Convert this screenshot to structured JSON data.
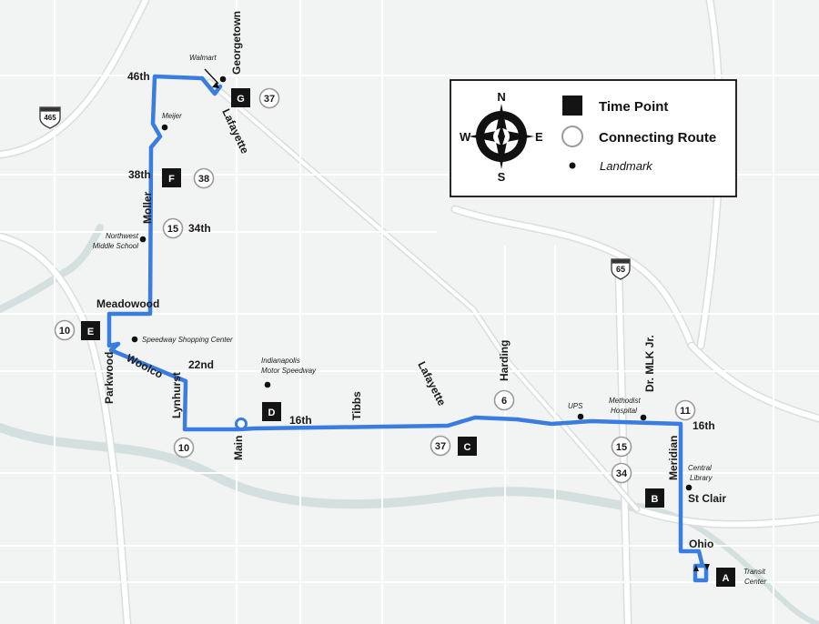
{
  "colors": {
    "route": "#3a7de0",
    "background": "#f2f3f3",
    "time_point": "#141414",
    "connecting_ring": "#9a9a9a"
  },
  "legend": {
    "compass": {
      "n": "N",
      "s": "S",
      "e": "E",
      "w": "W"
    },
    "time_point": "Time Point",
    "connecting_route": "Connecting Route",
    "landmark": "Landmark"
  },
  "interstates": {
    "i465": "465",
    "i65": "65"
  },
  "streets": {
    "s46th": "46th",
    "georgetown": "Georgetown",
    "lafayette_n": "Lafayette",
    "s38th": "38th",
    "moller": "Moller",
    "s34th": "34th",
    "meadowood": "Meadowood",
    "parkwood": "Parkwood",
    "woolco": "Woolco",
    "s22nd": "22nd",
    "lynhurst": "Lynhurst",
    "main": "Main",
    "s16th_w": "16th",
    "tibbs": "Tibbs",
    "lafayette_s": "Lafayette",
    "harding": "Harding",
    "mlk": "Dr. MLK Jr.",
    "s16th_e": "16th",
    "meridian": "Meridian",
    "stclair": "St Clair",
    "ohio": "Ohio"
  },
  "landmarks": {
    "walmart": "Walmart",
    "meijer": "Meijer",
    "nw_ms_1": "Northwest",
    "nw_ms_2": "Middle School",
    "speedway_sc": "Speedway Shopping Center",
    "ims_1": "Indianapolis",
    "ims_2": "Motor Speedway",
    "ups": "UPS",
    "methodist_1": "Methodist",
    "methodist_2": "Hospital",
    "library_1": "Central",
    "library_2": "Library",
    "transit_1": "Transit",
    "transit_2": "Center"
  },
  "time_points": {
    "a": "A",
    "b": "B",
    "c": "C",
    "d": "D",
    "e": "E",
    "f": "F",
    "g": "G"
  },
  "connecting_routes": {
    "r37g": "37",
    "r38": "38",
    "r15n": "15",
    "r10e": "10",
    "r10s": "10",
    "r6": "6",
    "r37c": "37",
    "r11": "11",
    "r15s": "15",
    "r34": "34"
  }
}
